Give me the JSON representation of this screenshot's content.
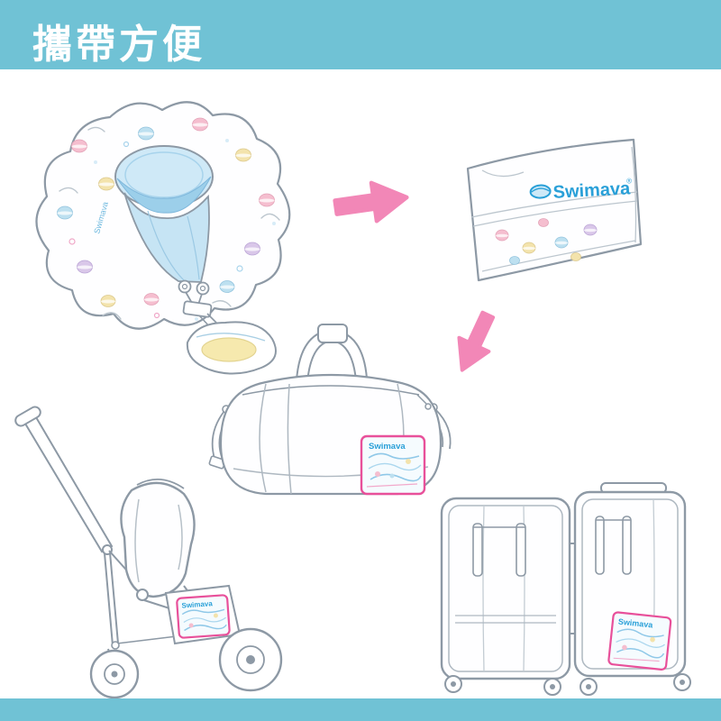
{
  "header": {
    "title": "攜帶方便"
  },
  "brand": {
    "name": "Swimava",
    "registered": "®"
  },
  "colors": {
    "banner_blue": "#70C2D5",
    "arrow_pink": "#F287B7",
    "outline_gray": "#8D99A5",
    "brand_blue": "#2AA0D8",
    "pack_outline_pink": "#E8509A",
    "float_blue": "#C6E4F4",
    "macaron_pink": "#F5BECF",
    "macaron_yellow": "#F3E3AC",
    "macaron_blue": "#BDE0F0",
    "macaron_purple": "#D9C7E9",
    "base_yellow": "#F6E9AE"
  },
  "illustrations": {
    "float": "inflatable-baby-float-with-macaron-pattern",
    "packed": "folded-float-package",
    "duffel": "duffel-bag-with-packed-float",
    "stroller": "stroller-with-packed-float",
    "suitcase": "open-suitcase-with-packed-float"
  }
}
